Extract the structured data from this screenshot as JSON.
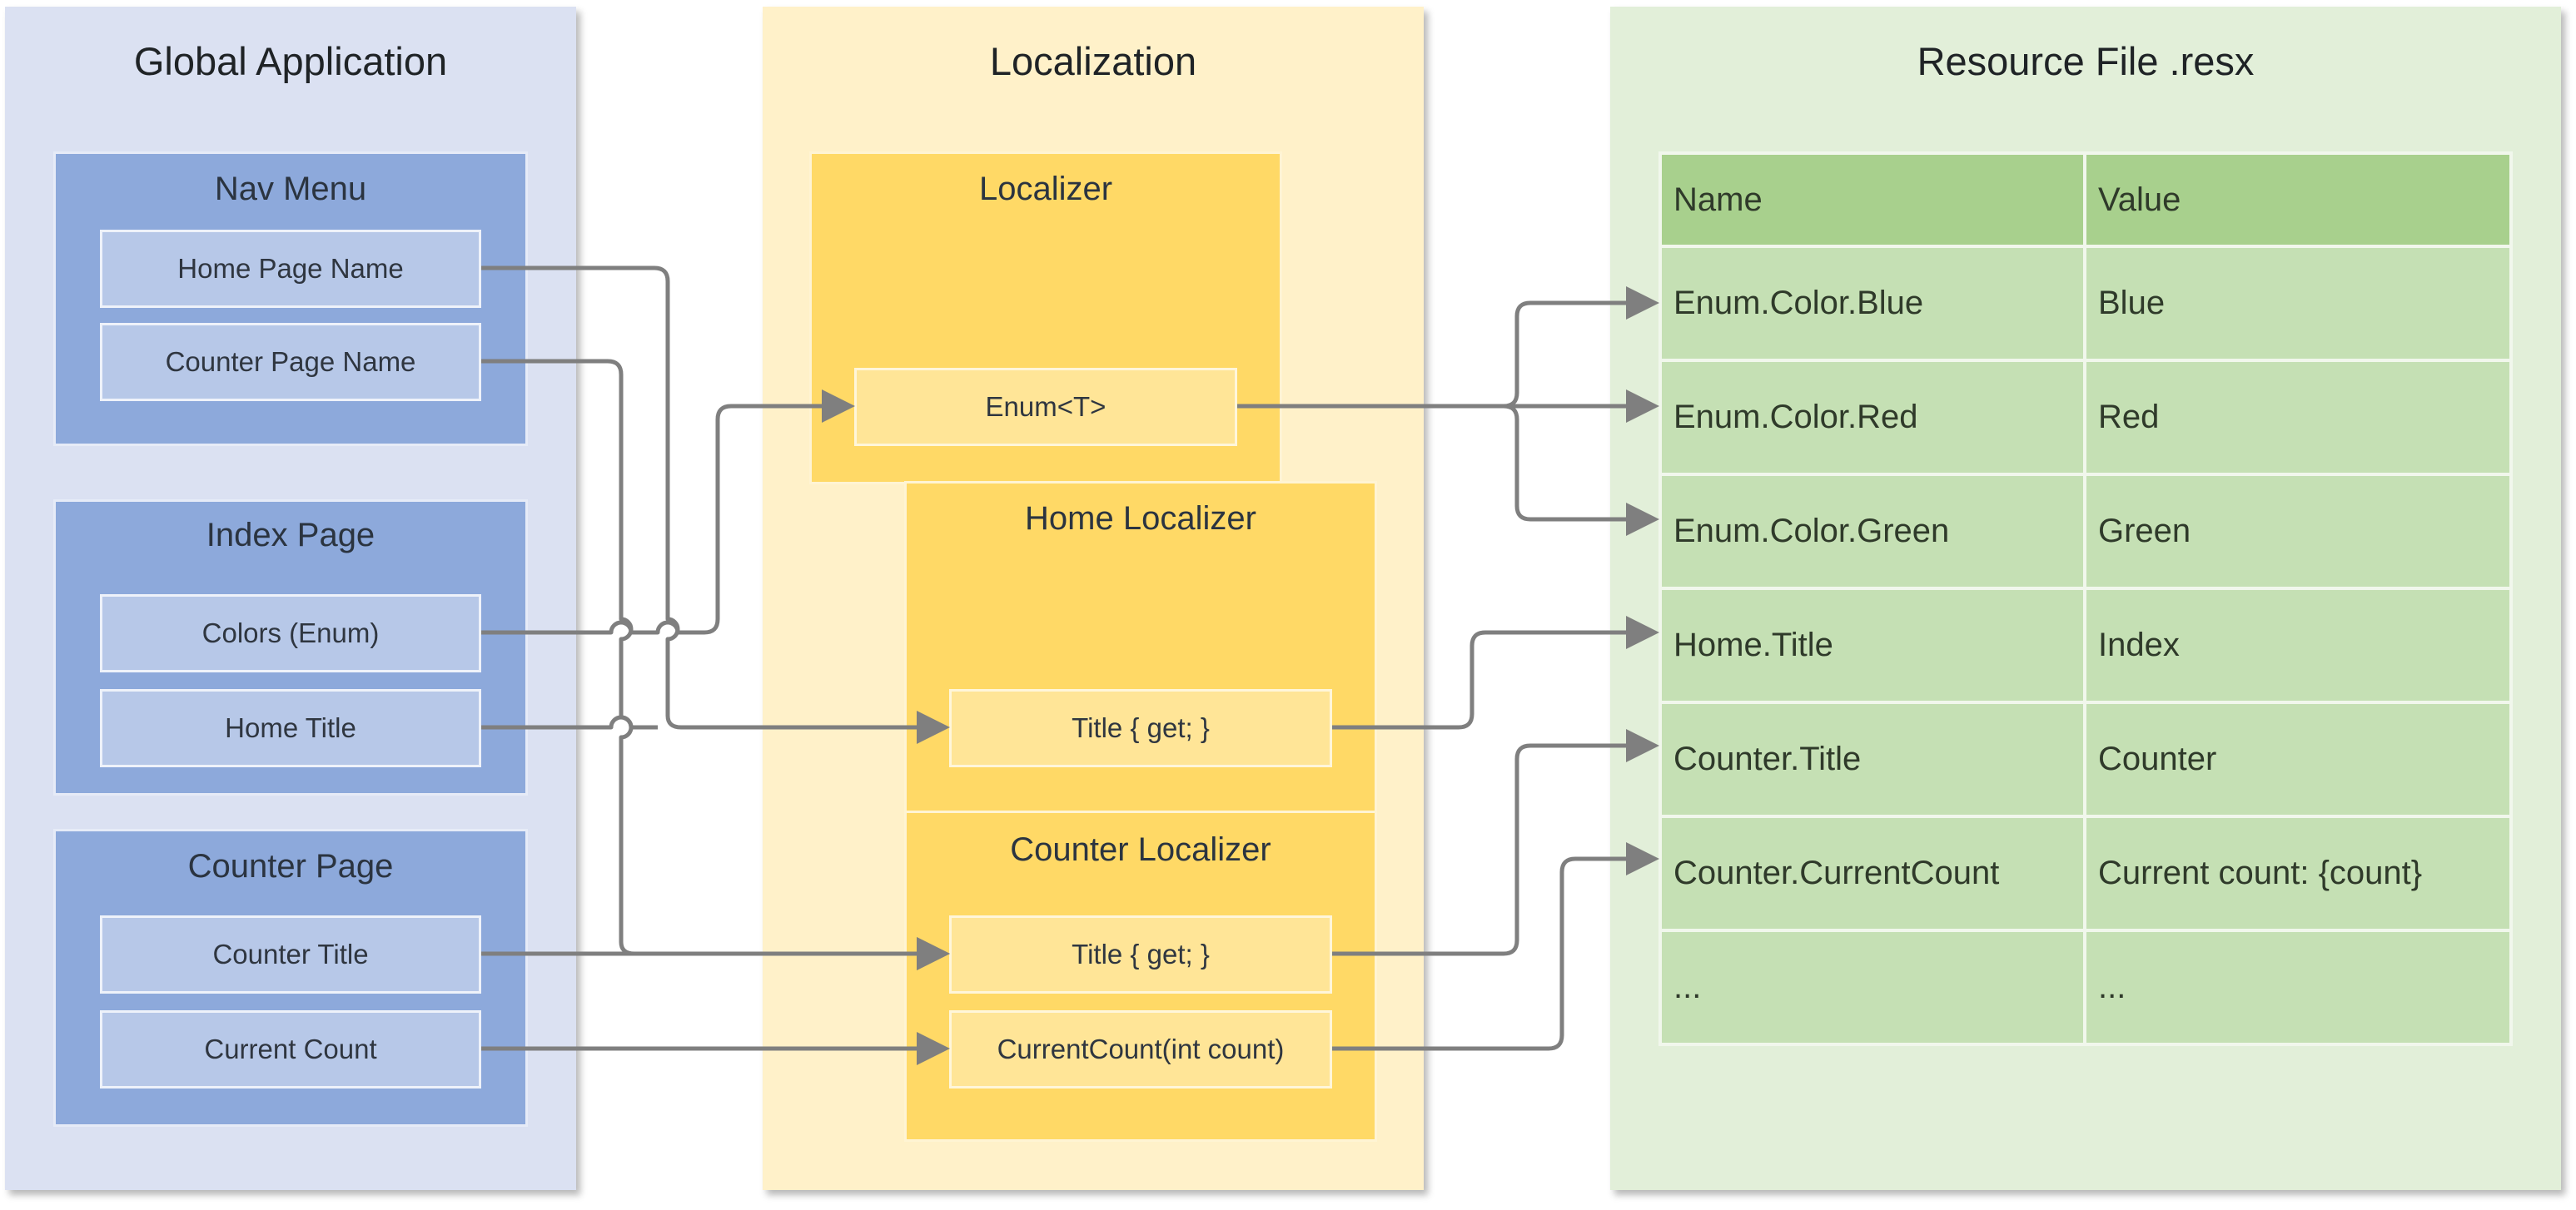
{
  "global_app": {
    "title": "Global Application",
    "nav_menu": {
      "title": "Nav Menu",
      "items": [
        "Home Page Name",
        "Counter Page Name"
      ]
    },
    "index_page": {
      "title": "Index Page",
      "items": [
        "Colors (Enum)",
        "Home Title"
      ]
    },
    "counter_page": {
      "title": "Counter Page",
      "items": [
        "Counter Title",
        "Current Count"
      ]
    }
  },
  "localization": {
    "title": "Localization",
    "localizer": {
      "title": "Localizer",
      "items": [
        "Enum<T>"
      ]
    },
    "home_localizer": {
      "title": "Home Localizer",
      "items": [
        "Title { get; }"
      ]
    },
    "counter_localizer": {
      "title": "Counter Localizer",
      "items": [
        "Title { get; }",
        "CurrentCount(int count)"
      ]
    }
  },
  "resource_file": {
    "title": "Resource File .resx",
    "columns": [
      "Name",
      "Value"
    ],
    "rows": [
      [
        "Enum.Color.Blue",
        "Blue"
      ],
      [
        "Enum.Color.Red",
        "Red"
      ],
      [
        "Enum.Color.Green",
        "Green"
      ],
      [
        "Home.Title",
        "Index"
      ],
      [
        "Counter.Title",
        "Counter"
      ],
      [
        "Counter.CurrentCount",
        "Current count: {count}"
      ],
      [
        "...",
        "..."
      ]
    ]
  },
  "colors": {
    "global_panel": "#dbe1f2",
    "global_group": "#8da9db",
    "global_item": "#b7c8e8",
    "loc_panel": "#fff1c9",
    "loc_group": "#ffd966",
    "loc_item": "#ffe597",
    "res_panel": "#e2efd9",
    "res_header": "#a8d08d",
    "res_cell": "#c5e0b4",
    "connector": "#7f7f7f"
  }
}
